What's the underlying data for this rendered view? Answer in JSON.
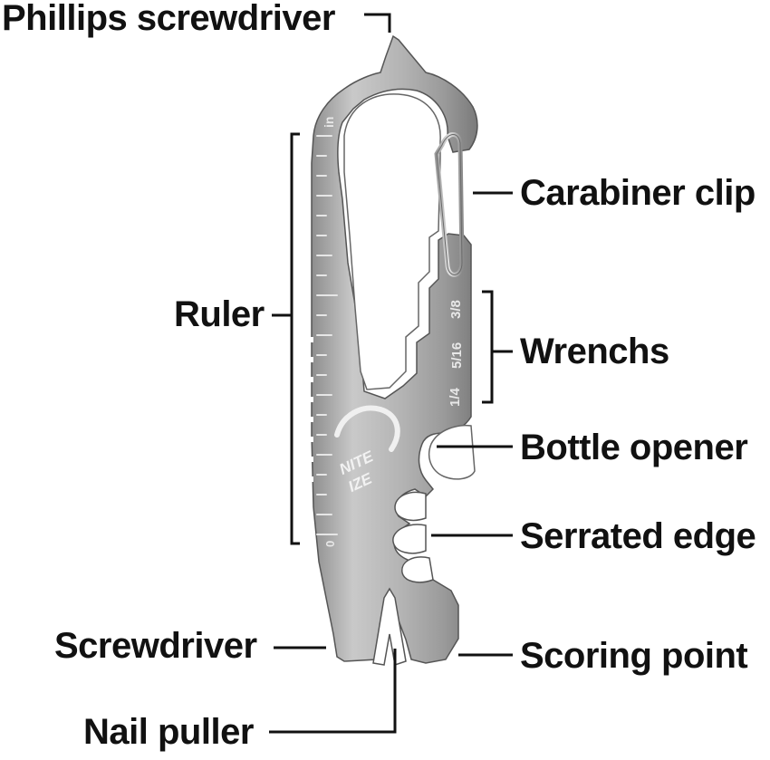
{
  "callouts": {
    "phillips": "Phillips screwdriver",
    "carabiner": "Carabiner clip",
    "ruler": "Ruler",
    "wrenchs": "Wrenchs",
    "bottle": "Bottle opener",
    "serrated": "Serrated edge",
    "screwdriver": "Screwdriver",
    "scoring": "Scoring point",
    "nail": "Nail puller"
  },
  "tool": {
    "brand_line1": "NITE",
    "brand_line2": "IZE",
    "ruler_unit": "in",
    "ruler_zero": "0",
    "wrench_sizes": [
      "3/8",
      "5/16",
      "1/4"
    ]
  },
  "colors": {
    "text": "#111111",
    "line": "#111111",
    "steel_light": "#d9d9d9",
    "steel_mid": "#a6a6a6",
    "steel_dark": "#5e5e5e",
    "engraving": "#e8e8e8"
  }
}
